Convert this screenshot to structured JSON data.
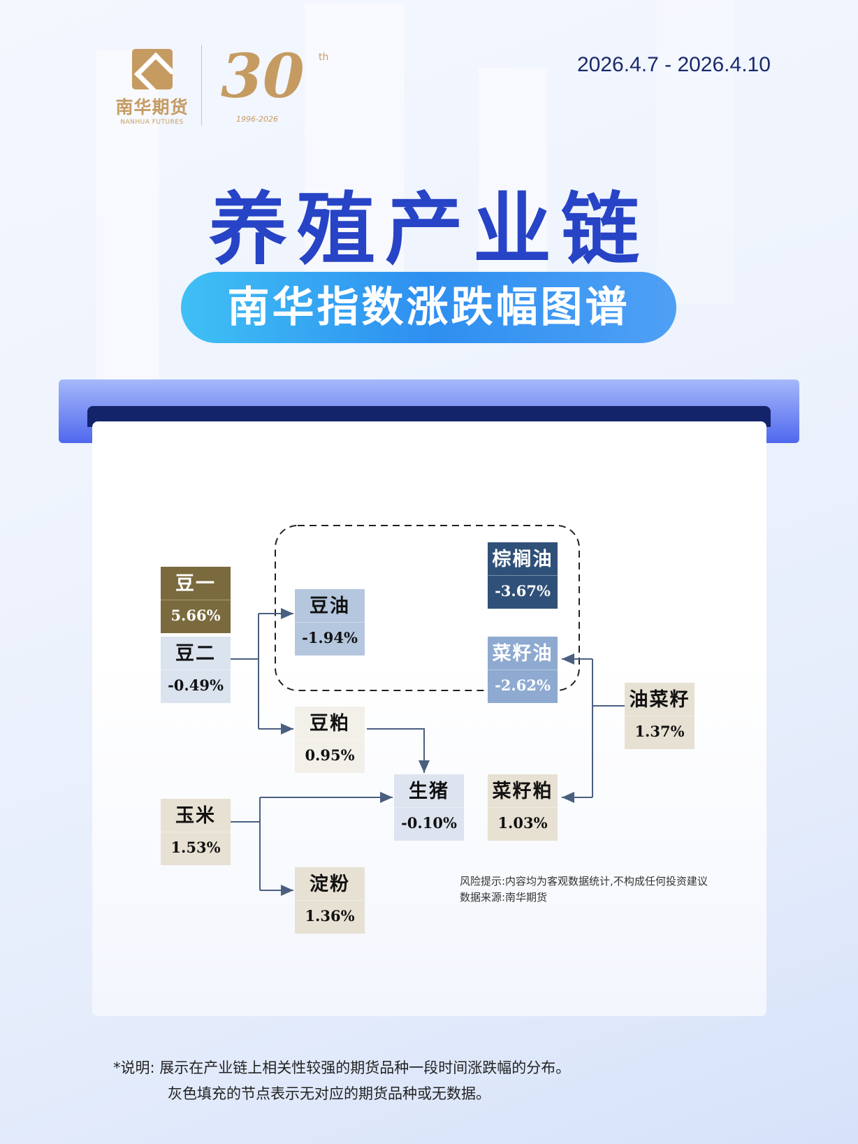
{
  "header": {
    "logo_cn": "南华期货",
    "logo_en": "NANHUA FUTURES",
    "anniversary": "30",
    "anniversary_suffix": "th",
    "anniversary_years": "1996-2026",
    "date_range": "2026.4.7 - 2026.4.10"
  },
  "title": "养殖产业链",
  "subtitle": "南华指数涨跌幅图谱",
  "diagram": {
    "nodes": [
      {
        "id": "douyi",
        "name": "豆一",
        "value": "5.66%",
        "bg": "#7a6a3d",
        "fg": "#ffffff"
      },
      {
        "id": "douer",
        "name": "豆二",
        "value": "-0.49%",
        "bg": "#dbe3ef",
        "fg": "#111111"
      },
      {
        "id": "yumi",
        "name": "玉米",
        "value": "1.53%",
        "bg": "#e7e1d3",
        "fg": "#111111"
      },
      {
        "id": "douyou",
        "name": "豆油",
        "value": "-1.94%",
        "bg": "#b5c7de",
        "fg": "#111111"
      },
      {
        "id": "doupo",
        "name": "豆粕",
        "value": "0.95%",
        "bg": "#f3f0e9",
        "fg": "#111111"
      },
      {
        "id": "dianfen",
        "name": "淀粉",
        "value": "1.36%",
        "bg": "#e7e1d3",
        "fg": "#111111"
      },
      {
        "id": "shengzhu",
        "name": "生猪",
        "value": "-0.10%",
        "bg": "#dde4ef",
        "fg": "#111111"
      },
      {
        "id": "zonglvyou",
        "name": "棕榈油",
        "value": "-3.67%",
        "bg": "#2f5078",
        "fg": "#ffffff"
      },
      {
        "id": "caiziyou",
        "name": "菜籽油",
        "value": "-2.62%",
        "bg": "#8eaad0",
        "fg": "#ffffff"
      },
      {
        "id": "caizipo",
        "name": "菜籽粕",
        "value": "1.03%",
        "bg": "#e7e1d3",
        "fg": "#111111"
      },
      {
        "id": "youcaizi",
        "name": "油菜籽",
        "value": "1.37%",
        "bg": "#e7e1d3",
        "fg": "#111111"
      }
    ],
    "edges": [
      [
        "豆二",
        "豆油"
      ],
      [
        "豆二",
        "豆粕"
      ],
      [
        "豆粕",
        "生猪"
      ],
      [
        "玉米",
        "生猪"
      ],
      [
        "玉米",
        "淀粉"
      ],
      [
        "油菜籽",
        "菜籽油"
      ],
      [
        "油菜籽",
        "菜籽粕"
      ]
    ],
    "line_color": "#4a5f80",
    "risk_note": "风险提示:内容均为客观数据统计,不构成任何投资建议",
    "source": "数据来源:南华期货"
  },
  "footer": {
    "note_line1": "*说明: 展示在产业链上相关性较强的期货品种一段时间涨跌幅的分布。",
    "note_line2": "灰色填充的节点表示无对应的期货品种或无数据。"
  }
}
